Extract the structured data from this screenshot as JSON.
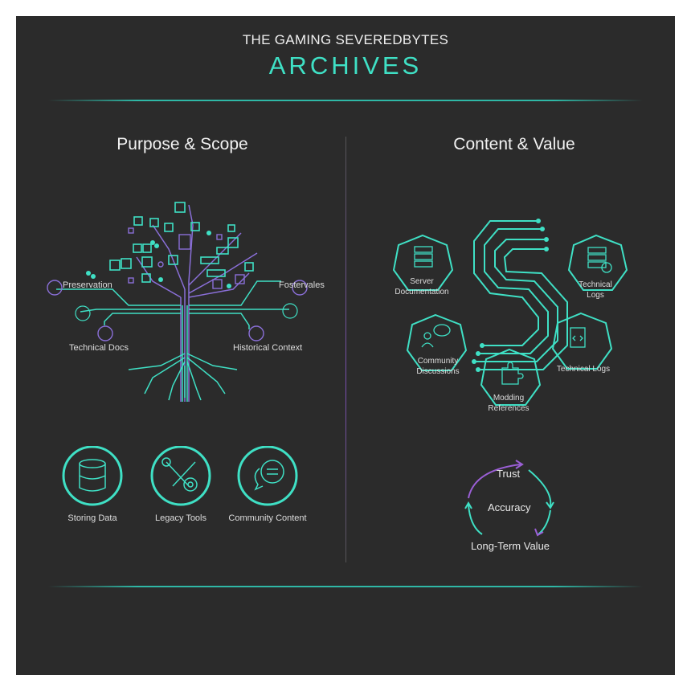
{
  "header": {
    "supertitle": "THE GAMING SEVEREDBYTES",
    "title": "ARCHIVES"
  },
  "left": {
    "heading": "Purpose & Scope",
    "tree_labels": [
      "Preservation",
      "Fostervales",
      "Technical Docs",
      "Historical Context"
    ],
    "icons": [
      {
        "icon": "database-icon",
        "label": "Storing Data"
      },
      {
        "icon": "tools-icon",
        "label": "Legacy Tools"
      },
      {
        "icon": "chat-icon",
        "label": "Community Content"
      }
    ]
  },
  "right": {
    "heading": "Content & Value",
    "nodes": [
      {
        "icon": "server-icon",
        "label": "Server Documentation"
      },
      {
        "icon": "server-log-icon",
        "label": "Technical Logs"
      },
      {
        "icon": "discussion-icon",
        "label": "Community Discussions"
      },
      {
        "icon": "code-document-icon",
        "label": "Technical Logs"
      },
      {
        "icon": "puzzle-icon",
        "label": "Modding References"
      }
    ],
    "cycle": {
      "top": "Trust",
      "center": "Accuracy",
      "bottom": "Long-Term Value"
    }
  },
  "colors": {
    "background": "#2b2b2b",
    "teal": "#3fe0c5",
    "purple": "#9b5fd6"
  }
}
